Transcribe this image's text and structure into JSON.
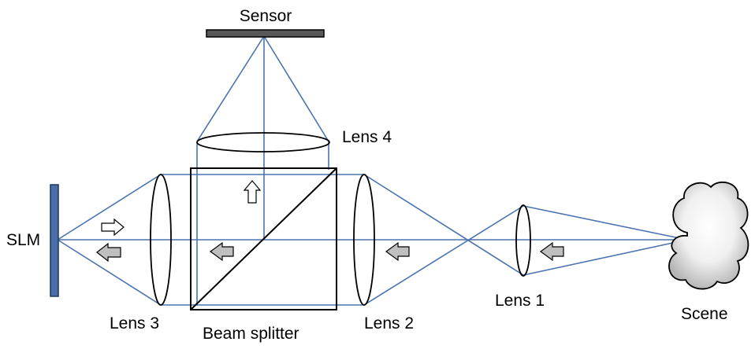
{
  "labels": {
    "sensor": "Sensor",
    "lens4": "Lens 4",
    "slm": "SLM",
    "lens3": "Lens 3",
    "beam_splitter": "Beam splitter",
    "lens2": "Lens 2",
    "lens1": "Lens 1",
    "scene": "Scene"
  },
  "colors": {
    "ray": "#4a73b0",
    "outline": "#000000",
    "sensor_fill": "#595959",
    "slm_fill": "#4a6fa8",
    "arrow_filled": "#bfbfbf",
    "arrow_hollow": "#ffffff"
  }
}
